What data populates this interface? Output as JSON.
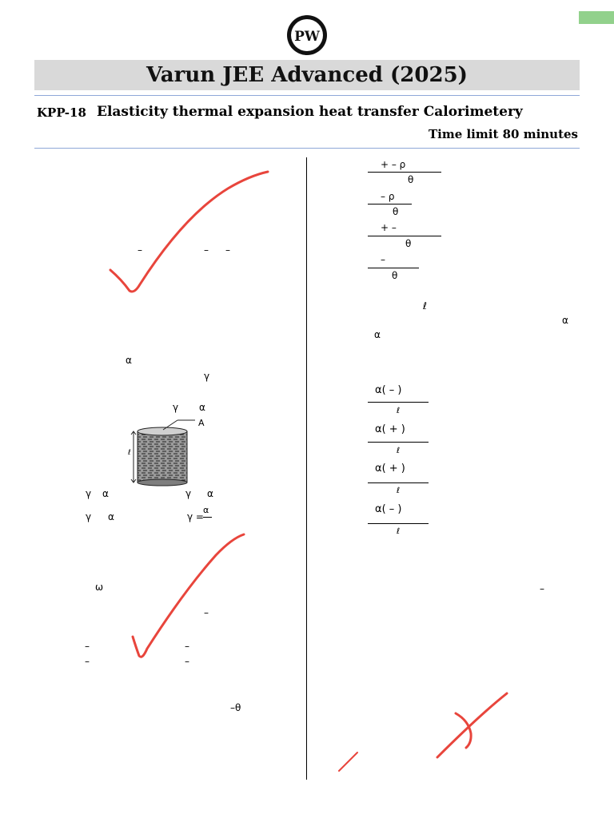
{
  "header": {
    "logo_text": "PW",
    "title": "Varun JEE Advanced (2025)",
    "kpp_code": "KPP-18",
    "kpp_title": "Elasticity thermal expansion heat transfer Calorimetery",
    "time_limit": "Time limit 80 minutes"
  },
  "left_column": {
    "q1_symbols": [
      "–",
      "–",
      "–"
    ],
    "q2_symbols": [
      "α",
      "γ"
    ],
    "figure": {
      "top_labels": [
        "γ",
        "α"
      ],
      "label_A": "A",
      "side_label": "ℓ"
    },
    "options": {
      "a_gamma": "γ",
      "a_alpha": "α",
      "b_gamma": "γ",
      "b_alpha": "α",
      "c_gamma": "γ",
      "c_alpha": "α",
      "d_prefix": "γ =",
      "d_numerator": "α"
    },
    "q3_symbols": {
      "omega": "ω",
      "dash1": "–",
      "dash2": "–",
      "dash3": "–",
      "dash4": "–",
      "dash5": "–",
      "theta": "–θ"
    }
  },
  "right_column": {
    "fractions_top": [
      {
        "num": "+        –    ρ",
        "den": "θ"
      },
      {
        "num": "–   ρ",
        "den": "θ"
      },
      {
        "num": "+        –",
        "den": "θ"
      },
      {
        "num": "–",
        "den": "θ"
      }
    ],
    "q_symbols": {
      "ell": "ℓ",
      "alpha1": "α",
      "alpha2": "α"
    },
    "fractions_alpha": [
      {
        "num": "α(     –     )",
        "den": "ℓ"
      },
      {
        "num": "α(     +     )",
        "den": "ℓ"
      },
      {
        "num": "α(     +     )",
        "den": "ℓ"
      },
      {
        "num": "α(     –     )",
        "den": "ℓ"
      }
    ],
    "dash": "–"
  },
  "annotations": {
    "pen_color": "#e8453c",
    "header_tab_color": "#92d18c"
  }
}
